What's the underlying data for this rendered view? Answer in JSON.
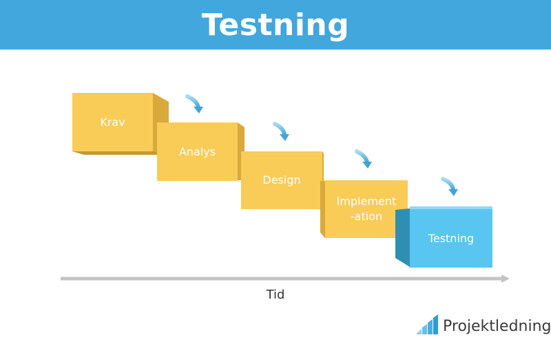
{
  "header": {
    "title": "Testning"
  },
  "steps": [
    {
      "label": "Krav",
      "highlight": false
    },
    {
      "label": "Analys",
      "highlight": false
    },
    {
      "label": "Design",
      "highlight": false
    },
    {
      "label": "Implement\n-ation",
      "highlight": false
    },
    {
      "label": "Testning",
      "highlight": true
    }
  ],
  "axis": {
    "label": "Tid"
  },
  "brand": {
    "name": "Projektledning"
  },
  "colors": {
    "header": "#41a7dc",
    "box_face": "#f8cc56",
    "box_side": "#d9a93a",
    "box_bottom": "#c8982e",
    "highlight_face": "#58c6f1",
    "highlight_side": "#2f8fb2",
    "highlight_top": "#8ed9f6",
    "arrow": "#5ab4e0",
    "timeline": "#c4c4c4"
  }
}
